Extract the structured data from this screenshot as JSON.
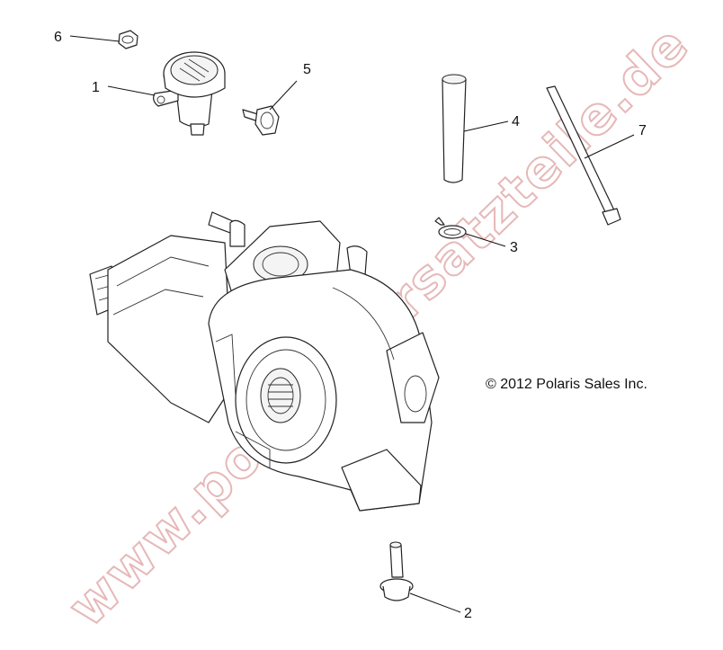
{
  "callouts": {
    "c1": "1",
    "c2": "2",
    "c3": "3",
    "c4": "4",
    "c5": "5",
    "c6": "6",
    "c7": "7"
  },
  "copyright": "© 2012 Polaris Sales Inc.",
  "watermark": "www.polaris-ersatzteile.de",
  "colors": {
    "watermark": "#e6b8b8",
    "lines": "#222222",
    "background": "#ffffff"
  }
}
